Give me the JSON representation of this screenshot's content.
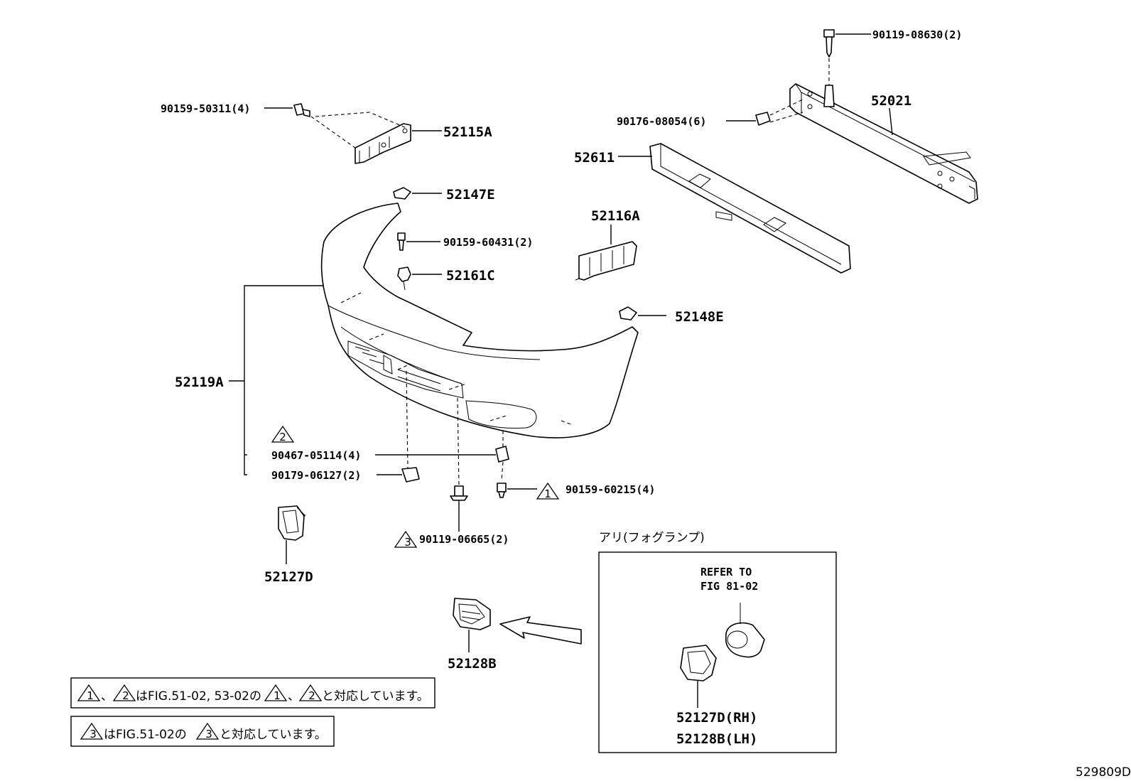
{
  "labels": {
    "bolt_90119_08630": "90119-08630(2)",
    "reinforcement_52021": "52021",
    "clip_90159_50311": "90159-50311(4)",
    "bracket_52115A": "52115A",
    "nut_90176_08054": "90176-08054(6)",
    "absorber_52611": "52611",
    "retainer_52147E": "52147E",
    "screw_90159_60431": "90159-60431(2)",
    "bracket_52116A": "52116A",
    "clip_52161C": "52161C",
    "retainer_52148E": "52148E",
    "cover_52119A": "52119A",
    "nut_90467_05114": "90467-05114(4)",
    "nut_90179_06127": "90179-06127(2)",
    "screw_90159_60215": "90159-60215(4)",
    "clip_90119_06665": "90119-06665(2)",
    "cover_52127D": "52127D",
    "cover_52128B": "52128B",
    "fog_option_title": "アリ(フォグランプ)",
    "refer_to_line1": "REFER TO",
    "refer_to_line2": "FIG 81-02",
    "fog_rh": "52127D(RH)",
    "fog_lh": "52128B(LH)",
    "figure_id": "529809D"
  },
  "triangles": {
    "t1": "1",
    "t2": "2",
    "t3": "3"
  },
  "notes": {
    "note1_sep": "、",
    "note1_mid": "はFIG.51-02, 53-02の",
    "note1_sep2": "、",
    "note1_end": "と対応しています。",
    "note2_mid": "はFIG.51-02の",
    "note2_end": "と対応しています。"
  }
}
